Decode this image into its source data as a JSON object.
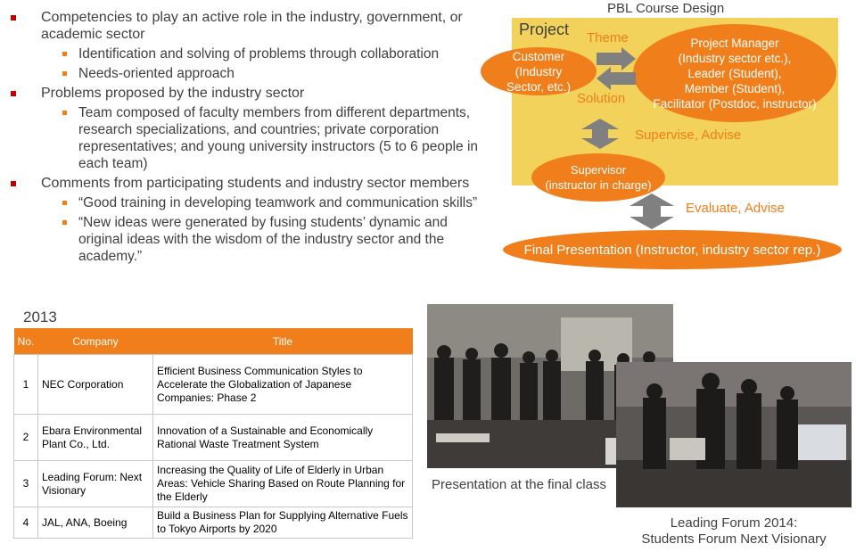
{
  "bullets": [
    {
      "text": "Competencies to play an active role in the industry, government,  or academic sector",
      "sub": [
        "Identification and solving of problems through collaboration",
        "Needs-oriented approach"
      ]
    },
    {
      "text": "Problems proposed by the industry sector",
      "sub": [
        "Team composed of faculty  members from different departments, research specializations, and countries; private corporation representatives; and young university instructors  (5 to 6 people in each team)"
      ]
    },
    {
      "text": "Comments from participating students and industry  sector members",
      "sub": [
        "“Good training in developing teamwork and communication skills”",
        "“New ideas were generated by fusing students’ dynamic and original ideas with the wisdom of the industry sector and the academy.”"
      ]
    }
  ],
  "diagram": {
    "title": "PBL Course Design",
    "project_label": "Project",
    "theme": "Theme",
    "solution": "Solution",
    "customer": "Customer\n(Industry\nSector, etc.)",
    "project_manager": "Project Manager\n(Industry sector etc.),\nLeader (Student),\nMember  (Student),\nFacilitator (Postdoc, instructor)",
    "supervise": "Supervise, Advise",
    "supervisor": "Supervisor\n(instructor in charge)",
    "evaluate": "Evaluate, Advise",
    "final": "Final Presentation (Instructor, industry sector rep.)"
  },
  "table": {
    "year": "2013",
    "headers": [
      "No.",
      "Company",
      "Title"
    ],
    "rows": [
      {
        "no": "1",
        "company": "NEC Corporation",
        "title": "Efficient Business Communication Styles to Accelerate the Globalization of Japanese Companies: Phase 2"
      },
      {
        "no": "2",
        "company": "Ebara Environmental Plant Co., Ltd.",
        "title": "Innovation  of a Sustainable and Economically Rational Waste Treatment System"
      },
      {
        "no": "3",
        "company": "Leading Forum: Next Visionary",
        "title": "Increasing the Quality of Life of Elderly in Urban Areas: Vehicle Sharing Based on Route Planning for the Elderly"
      },
      {
        "no": "4",
        "company": "JAL, ANA, Boeing",
        "title": "Build a Business Plan for Supplying Alternative Fuels to Tokyo Airports by 2020"
      }
    ]
  },
  "photos": {
    "caption1": "Presentation at the final class",
    "caption2": "Leading Forum 2014:\nStudents Forum Next Visionary"
  },
  "colors": {
    "accent": "#f07f1b",
    "project_box": "#f2d25a",
    "bullet_red": "#c00000",
    "arrow_gray": "#808080"
  }
}
